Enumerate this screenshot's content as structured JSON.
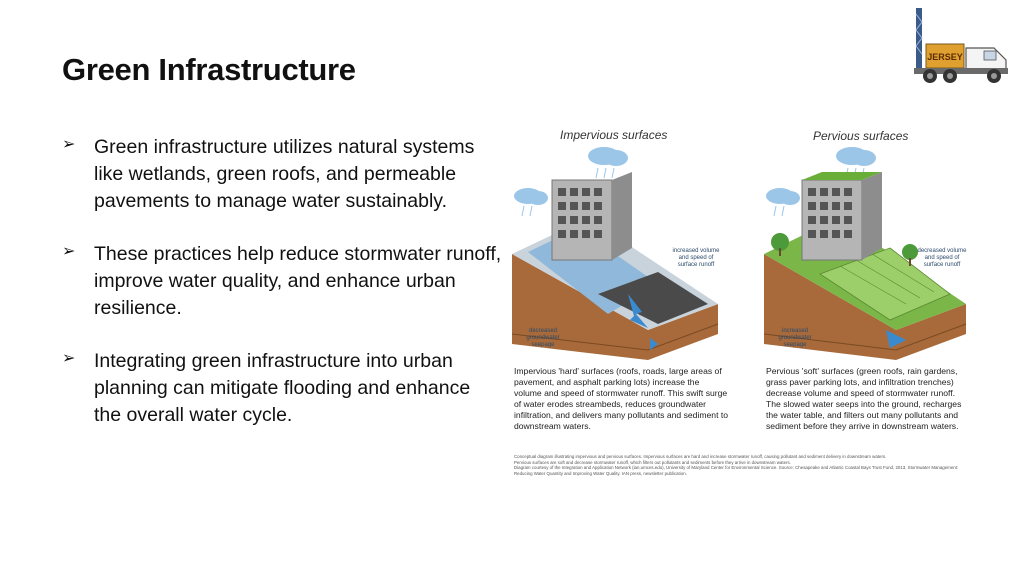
{
  "slide": {
    "title": "Green Infrastructure",
    "logo_text": "JERSEY",
    "bullets": [
      "Green infrastructure utilizes natural systems like wetlands, green roofs, and permeable pavements to manage water sustainably.",
      "These practices help reduce stormwater runoff, improve water quality, and enhance urban resilience.",
      "Integrating green infrastructure into urban planning can mitigate flooding and enhance the overall water cycle."
    ]
  },
  "figure": {
    "impervious": {
      "title": "Impervious surfaces",
      "label_runoff": "increased volume and speed of surface runoff",
      "label_seepage": "decreased groundwater seepage",
      "caption": "Impervious 'hard' surfaces (roofs, roads, large areas of pavement, and asphalt parking lots) increase the volume and speed of stormwater runoff. This swift surge of water erodes streambeds, reduces groundwater infiltration, and delivers many pollutants and sediment to downstream waters."
    },
    "pervious": {
      "title": "Pervious surfaces",
      "label_runoff": "decreased volume and speed of surface runoff",
      "label_seepage": "increased groundwater seepage",
      "caption": "Pervious 'soft' surfaces (green roofs, rain gardens, grass paver parking lots, and infiltration trenches) decrease volume and speed of stormwater runoff. The slowed water seeps into the ground, recharges the water table, and filters out many pollutants and sediment before they arrive in downstream waters."
    },
    "fineprint": [
      "Conceptual diagram illustrating impervious and pervious surfaces. Impervious surfaces are hard and increase stormwater runoff, causing pollutant and sediment delivery in downstream waters.",
      "Pervious surfaces are soft and decrease stormwater runoff, which filters out pollutants and sediments before they arrive in downstream waters.",
      "Diagram courtesy of the Integration and Application Network (ian.umces.edu), University of Maryland Center for Environmental Science. Source: Chesapeake and Atlantic Coastal Bays Trust Fund, 2013. Stormwater Management:",
      "Reducing Water Quantity and Improving Water Quality. IAN press, newsletter publication."
    ]
  }
}
